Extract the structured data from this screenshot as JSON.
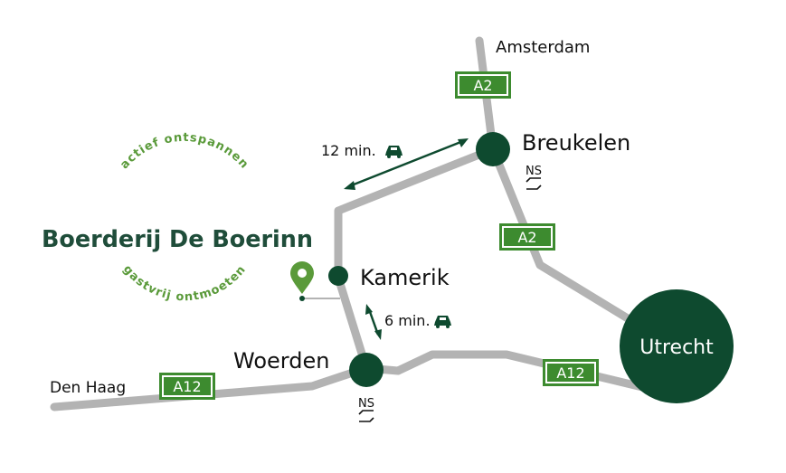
{
  "brand": {
    "name": "Boerderij De Boerinn",
    "tagline_top": "actief ontspannen",
    "tagline_bottom": "gastvrij ontmoeten",
    "color": "#1f4d3a",
    "accent": "#5a9a3a"
  },
  "places": {
    "amsterdam": "Amsterdam",
    "breukelen": "Breukelen",
    "kamerik": "Kamerik",
    "woerden": "Woerden",
    "utrecht": "Utrecht",
    "den_haag": "Den Haag"
  },
  "stations": {
    "breukelen": "NS",
    "woerden": "NS",
    "icon": "train-icon"
  },
  "highways": {
    "a2_north": "A2",
    "a2_south": "A2",
    "a12_west": "A12",
    "a12_east": "A12"
  },
  "travel": {
    "breukelen_kamerik": "12 min.",
    "kamerik_woerden": "6 min.",
    "icon": "car-icon"
  },
  "colors": {
    "road": "#b3b3b3",
    "city": "#0e4a2f",
    "shield": "#3d8b2f",
    "pin": "#5a9a3a"
  }
}
